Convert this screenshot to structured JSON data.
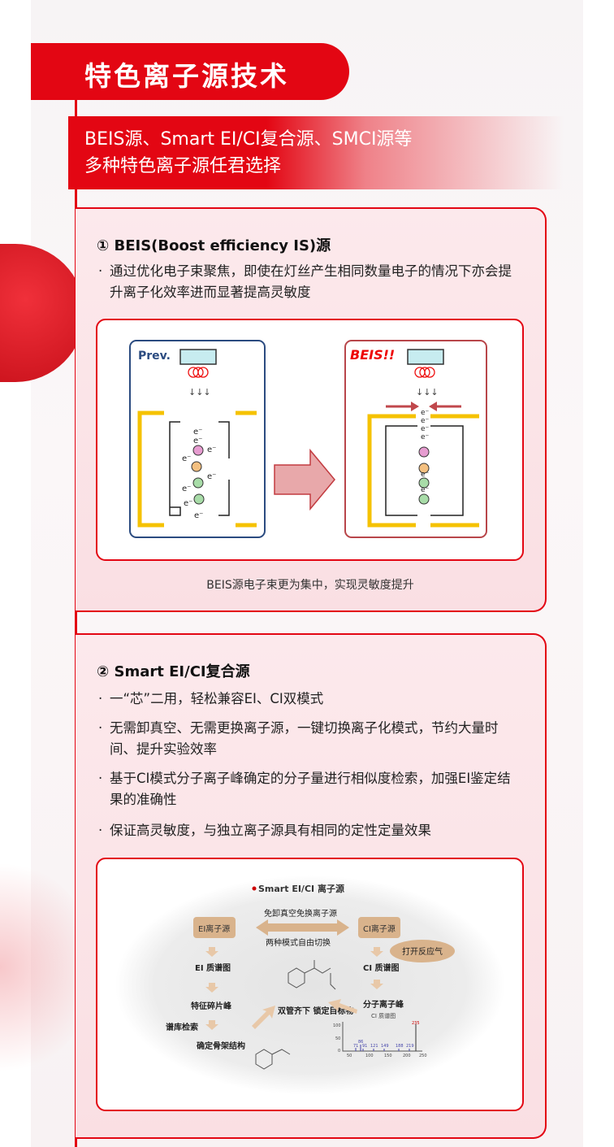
{
  "header": {
    "title": "特色离子源技术",
    "subtitle_line1": "BEIS源、Smart EI/CI复合源、SMCI源等",
    "subtitle_line2": "多种特色离子源任君选择"
  },
  "section1": {
    "heading": "① BEIS(Boost efficiency IS)源",
    "bullets": [
      "通过优化电子束聚焦，即使在灯丝产生相同数量电子的情况下亦会提升离子化效率进而显著提高灵敏度"
    ],
    "diagram": {
      "left_label": "Prev.",
      "right_label": "BEIS!!",
      "electron": "e⁻"
    },
    "caption": "BEIS源电子束更为集中，实现灵敏度提升"
  },
  "section2": {
    "heading": "② Smart EI/CI复合源",
    "bullets": [
      "一“芯”二用，轻松兼容EI、CI双模式",
      "无需卸真空、无需更换离子源，一键切换离子化模式，节约大量时间、提升实验效率",
      "基于CI模式分子离子峰确定的分子量进行相似度检索，加强EI鉴定结果的准确性",
      "保证高灵敏度，与独立离子源具有相同的定性定量效果"
    ],
    "diagram": {
      "title": "Smart EI/CI 离子源",
      "ei_box": "EI离子源",
      "ci_box": "CI离子源",
      "arrow_top": "免卸真空免换离子源",
      "arrow_bottom": "两种模式自由切换",
      "cloud": "打开反应气",
      "ei_steps": [
        "EI 质谱图",
        "特征碎片峰",
        "确定骨架结构"
      ],
      "library": "谱库检索",
      "ci_steps": [
        "CI 质谱图",
        "分子离子峰"
      ],
      "center": "双管齐下 锁定目标物",
      "spectrum_title": "CI 质谱图",
      "spectrum_peaks": [
        "71",
        "86",
        "91",
        "121",
        "149",
        "188",
        "219",
        "235"
      ],
      "spectrum_xticks": [
        "50",
        "100",
        "150",
        "200",
        "250"
      ],
      "spectrum_yticks": [
        "100",
        "50",
        "0"
      ]
    }
  },
  "colors": {
    "brand": "#e30613"
  }
}
